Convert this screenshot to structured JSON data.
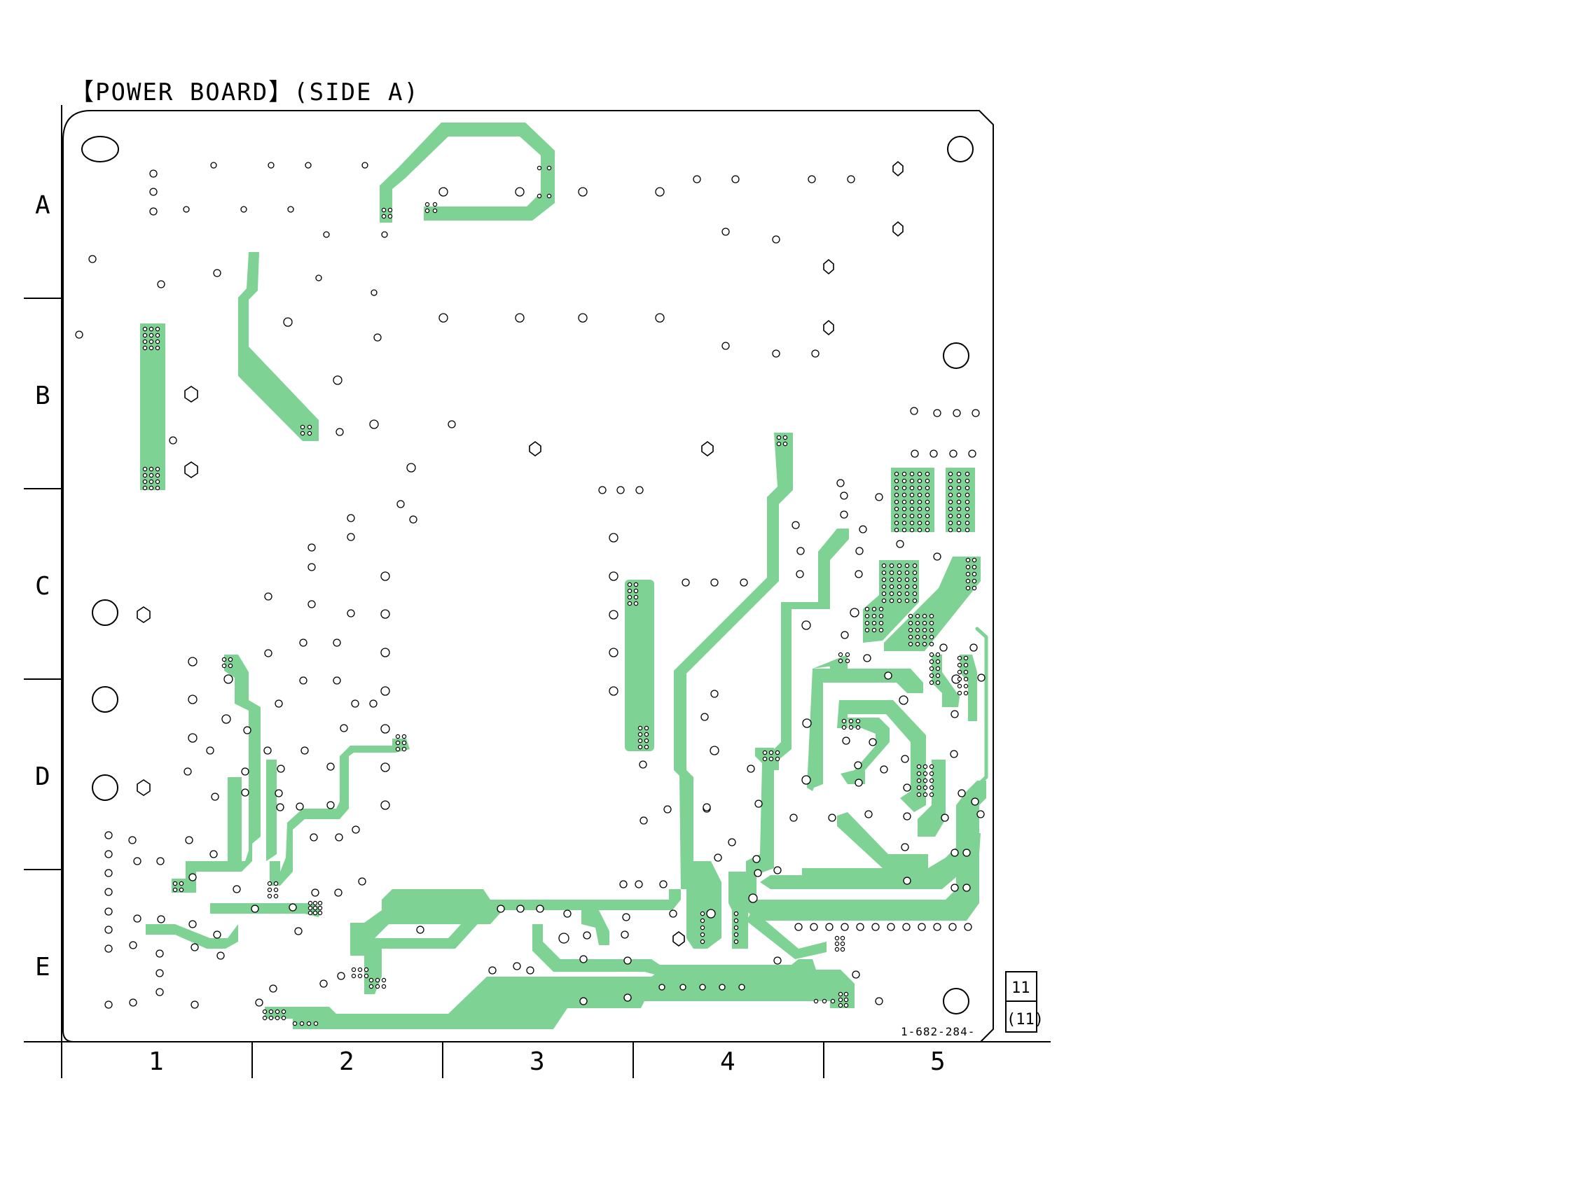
{
  "title": "【POWER BOARD】(SIDE A)",
  "row_labels": [
    "A",
    "B",
    "C",
    "D",
    "E"
  ],
  "column_labels": [
    "1",
    "2",
    "3",
    "4",
    "5"
  ],
  "part_number": "1-682-284-",
  "page_box": {
    "top": "11",
    "bottom": "(11)"
  },
  "colors": {
    "copper": "#7ed394",
    "outline": "#000000",
    "background": "#ffffff"
  }
}
